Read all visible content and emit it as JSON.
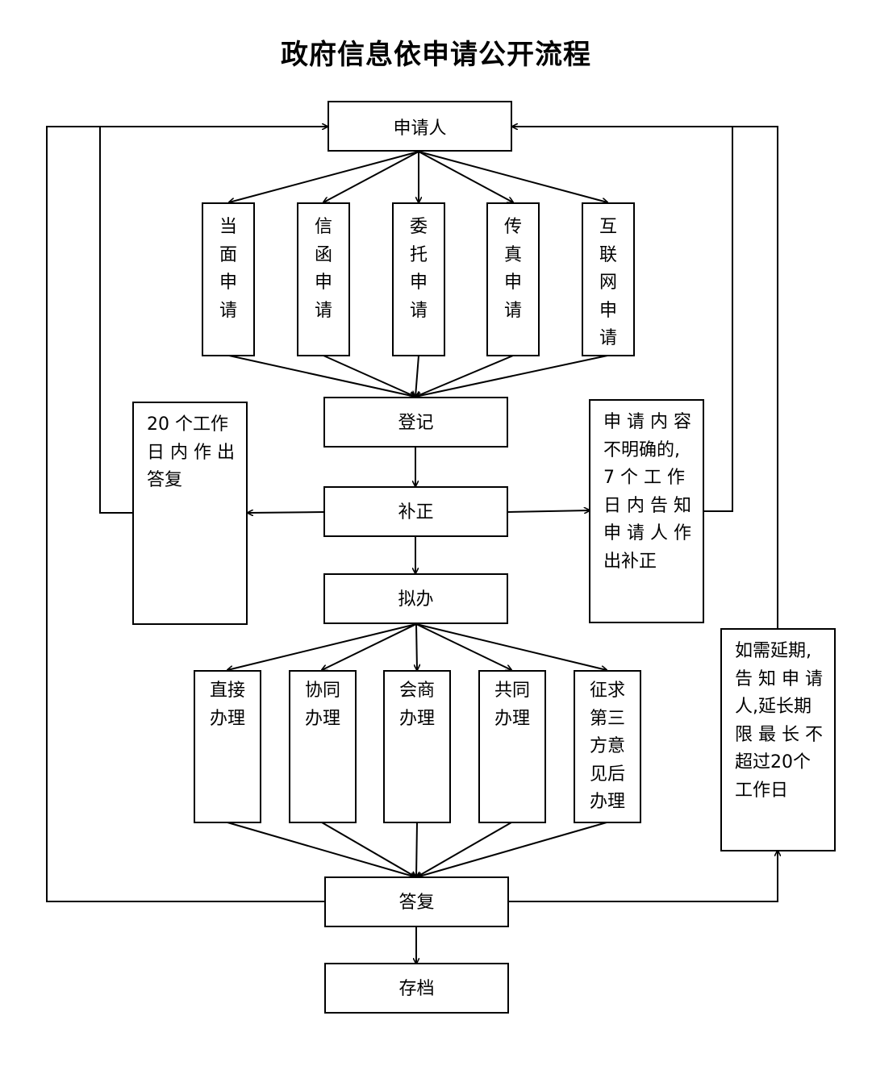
{
  "title": "政府信息依申请公开流程",
  "nodes": {
    "applicant": "申请人",
    "methods": [
      {
        "id": "in-person",
        "label": "当面申请"
      },
      {
        "id": "letter",
        "label": "信函申请"
      },
      {
        "id": "entrust",
        "label": "委托申请"
      },
      {
        "id": "fax",
        "label": "传真申请"
      },
      {
        "id": "internet",
        "label": "互联网申请"
      }
    ],
    "register": "登记",
    "correction": "补正",
    "draft": "拟办",
    "handling": [
      {
        "id": "direct",
        "lines": [
          "直接",
          "办理"
        ]
      },
      {
        "id": "collaborative",
        "lines": [
          "协同",
          "办理"
        ]
      },
      {
        "id": "consultation",
        "lines": [
          "会商",
          "办理"
        ]
      },
      {
        "id": "joint",
        "lines": [
          "共同",
          "办理"
        ]
      },
      {
        "id": "third-party",
        "lines": [
          "征求",
          "第三",
          "方意",
          "见后",
          "办理"
        ]
      }
    ],
    "reply": "答复",
    "archive": "存档"
  },
  "notes": {
    "reply_deadline": [
      "20 个工作",
      "日 内 作 出",
      "答复"
    ],
    "correction_notice": [
      "申 请 内 容",
      "不明确的,",
      "7 个 工 作",
      "日 内 告 知",
      "申 请 人 作",
      "出补正"
    ],
    "extension_notice": [
      "如需延期,",
      "告 知 申 请",
      "人,延长期",
      "限 最 长 不",
      "超过20个",
      "工作日"
    ]
  },
  "colors": {
    "line": "#000000",
    "box_border": "#000000",
    "background": "#ffffff"
  }
}
